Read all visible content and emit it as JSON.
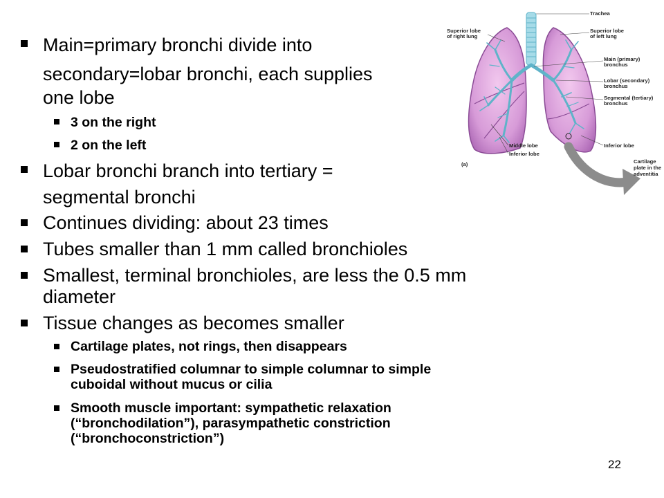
{
  "slide": {
    "bullets": [
      {
        "lines": [
          "Main=primary bronchi divide into",
          "secondary=lobar bronchi, each supplies",
          "one lobe"
        ]
      },
      {
        "lines": [
          "3 on the right"
        ]
      },
      {
        "lines": [
          "2 on the left"
        ]
      },
      {
        "lines": [
          "Lobar bronchi branch into tertiary =",
          "segmental bronchi"
        ]
      },
      {
        "lines": [
          "Continues dividing: about 23 times"
        ]
      },
      {
        "lines": [
          "Tubes smaller than 1 mm called bronchioles"
        ]
      },
      {
        "lines": [
          "Smallest, terminal bronchioles,  are less the 0.5 mm",
          "diameter"
        ]
      },
      {
        "lines": [
          "Tissue changes as becomes smaller"
        ]
      },
      {
        "lines": [
          "Cartilage plates, not rings, then disappears"
        ]
      },
      {
        "lines": [
          "Pseudostratified columnar to simple columnar to simple",
          "cuboidal without mucus or cilia"
        ]
      },
      {
        "lines": [
          "Smooth muscle important: sympathetic relaxation",
          "(“bronchodilation”), parasympathetic constriction",
          "(“bronchoconstriction”)"
        ]
      }
    ],
    "page_number": "22"
  },
  "figure": {
    "icon": "lungs-diagram-icon",
    "panel_label": "(a)",
    "labels": {
      "trachea": "Trachea",
      "superior_right_1": "Superior lobe",
      "superior_right_2": "of right lung",
      "superior_left_1": "Superior lobe",
      "superior_left_2": "of left lung",
      "main_1": "Main (primary)",
      "main_2": "bronchus",
      "lobar_1": "Lobar (secondary)",
      "lobar_2": "bronchus",
      "segmental_1": "Segmental (tertiary)",
      "segmental_2": "bronchus",
      "middle_lobe": "Middle lobe",
      "inferior_lobe_right": "Inferior lobe",
      "inferior_lobe_left": "Inferior lobe",
      "cartilage_1": "Cartilage",
      "cartilage_2": "plate in the",
      "cartilage_3": "adventitia"
    },
    "colors": {
      "lung_fill": "#d79bd8",
      "lung_edge": "#8a4b95",
      "airway": "#5fb3c9",
      "arrow": "#8c8c8c"
    }
  }
}
